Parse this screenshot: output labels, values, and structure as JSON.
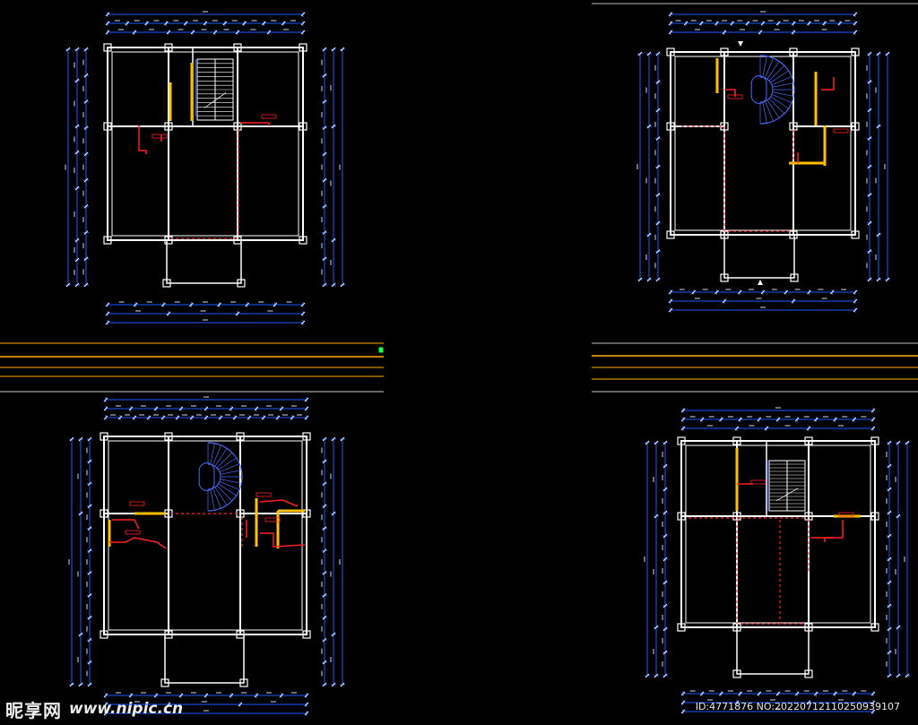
{
  "watermark": {
    "site_name": "昵享网",
    "site_url": "www.nipic.cn",
    "image_id": "ID:4771876 NO:20220712110250939107"
  },
  "colors": {
    "background": "#000000",
    "wall": "#ffffff",
    "dimension": "#1e5aff",
    "wiring": "#ff2020",
    "fixture": "#ffc000",
    "stair": "#4a6cff",
    "divider": "#ffb000"
  },
  "drawing": {
    "type": "floor-plan-sheet",
    "plan_count": 4,
    "stair_types": [
      "straight",
      "spiral",
      "spiral",
      "straight"
    ]
  }
}
